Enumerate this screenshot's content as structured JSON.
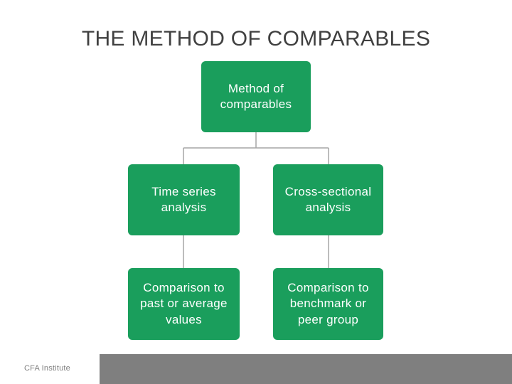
{
  "slide": {
    "title": "THE METHOD OF COMPARABLES"
  },
  "diagram": {
    "root": "Method of\ncomparables",
    "branches": [
      {
        "label": "Time series\nanalysis",
        "child": "Comparison to\npast or average\nvalues"
      },
      {
        "label": "Cross-sectional\nanalysis",
        "child": "Comparison to\nbenchmark or\npeer group"
      }
    ]
  },
  "footer": {
    "logo_text": "CFA Institute"
  },
  "colors": {
    "box_fill": "#1a9e5c",
    "connector": "#a6a6a6",
    "footer_bar": "#7f7f7f",
    "title_text": "#404040"
  }
}
